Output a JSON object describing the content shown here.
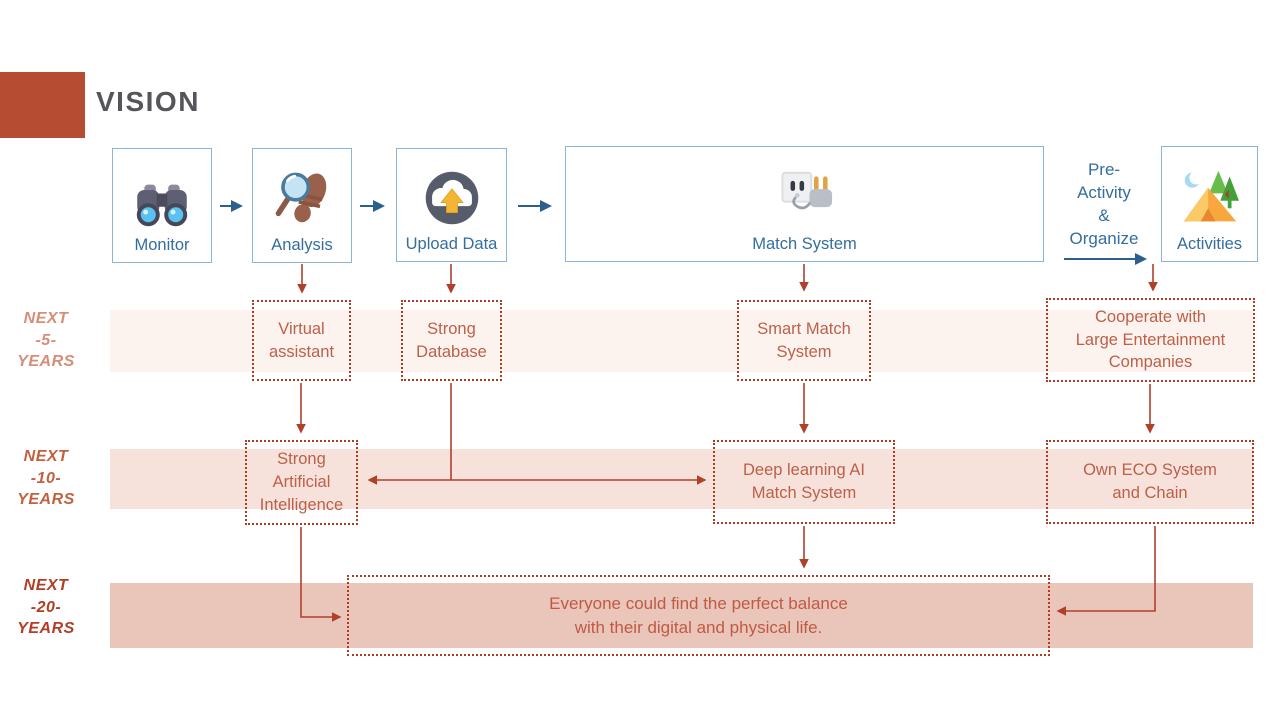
{
  "title": "VISION",
  "colors": {
    "accent_red": "#b64d33",
    "flow_border_blue": "#8ab4d8",
    "flow_text_blue": "#336e9e",
    "arrow_blue": "#2b5f8e",
    "dotted_border_red": "#ad3c22",
    "goal_text_red": "#bd5f49",
    "arrow_red": "#b0402a",
    "band_5y": "#fcf3ee",
    "band_10y": "#f6e2db",
    "band_20y": "#e9c5ba"
  },
  "flow": {
    "boxes": [
      {
        "label": "Monitor",
        "icon": "binoculars-icon"
      },
      {
        "label": "Analysis",
        "icon": "footprint-magnifier-icon"
      },
      {
        "label": "Upload Data",
        "icon": "cloud-upload-icon"
      },
      {
        "label": "Match System",
        "icon": "plug-socket-icon"
      },
      {
        "label": "Activities",
        "icon": "camping-icon"
      }
    ],
    "connector_label": "Pre-\nActivity\n&\nOrganize"
  },
  "timeline": {
    "rows": [
      {
        "label": "NEXT\n-5-\nYEARS",
        "boxes": [
          "Virtual\nassistant",
          "Strong\nDatabase",
          "Smart Match\nSystem",
          "Cooperate with\nLarge Entertainment\nCompanies"
        ]
      },
      {
        "label": "NEXT\n-10-\nYEARS",
        "boxes": [
          "Strong\nArtificial\nIntelligence",
          "Deep learning AI\nMatch System",
          "Own ECO System\nand Chain"
        ]
      },
      {
        "label": "NEXT\n-20-\nYEARS",
        "boxes": [
          "Everyone could find the perfect balance\nwith their digital and physical life."
        ]
      }
    ]
  }
}
